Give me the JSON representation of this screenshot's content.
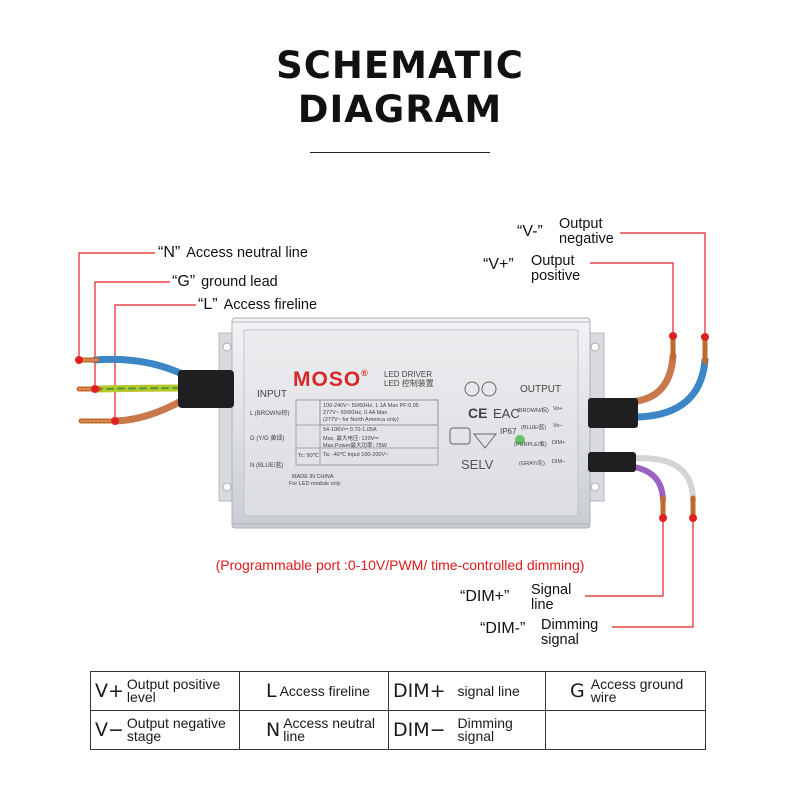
{
  "title": {
    "line1": "SCHEMATIC",
    "line2": "DIAGRAM"
  },
  "callouts": {
    "n": {
      "code": "“N”",
      "text": "Access neutral line"
    },
    "g": {
      "code": "“G”",
      "text": "ground lead"
    },
    "l": {
      "code": "“L”",
      "text": "Access fireline"
    },
    "vminus": {
      "code": "“V-”",
      "text": "Output negative"
    },
    "vplus": {
      "code": "“V+”",
      "text": "Output positive"
    },
    "dimplus": {
      "code": "“DIM+”",
      "text": "Signal line"
    },
    "dimminus": {
      "code": "“DIM-”",
      "text": "Dimming signal"
    }
  },
  "programmable_note": "(Programmable port :0-10V/PWM/ time-controlled dimming)",
  "device": {
    "brand": "MOSO",
    "registered": "®",
    "driver_line1": "LED DRIVER",
    "driver_line2": "LED 控制装置",
    "input_label": "INPUT",
    "output_label": "OUTPUT",
    "in_l": "L (BROWN/棕)",
    "in_g": "G (Y/G 黄绿)",
    "in_n": "N (BLUE/蓝)",
    "out_brown": "(BROWN/棕)",
    "out_vplus": "Vo+",
    "out_blue": "(BLUE/蓝)",
    "out_vminus": "Vo−",
    "out_purple": "(PURPLE/紫)",
    "out_dimplus": "DIM+",
    "out_gray": "(GRAY/灰)",
    "out_dimminus": "DIM−",
    "spec_input": "100-240V~ 50/60Hz, 1.1A Max PF:0.95",
    "spec_input2": "277V~     50/60Hz, 0.4A Max",
    "spec_input3": "(277V~ for North America only)",
    "spec_out1": "54-106V⎓ 0.70-1.05A",
    "spec_out2": "Max. 最大电压: 120V⎓",
    "spec_out3": "Max.Power最大功率: 75W",
    "spec_tc": "Tc: 90℃",
    "spec_ta": "Ta: -40℃ Input 100-200V~",
    "made_in": "MADE IN CHINA",
    "for_led": "For LED module only",
    "cert_ce": "CE",
    "cert_eac": "EAC",
    "cert_ip": "IP67",
    "cert_selv": "SELV"
  },
  "legend": [
    [
      {
        "symbol": "V+",
        "text": "Output positive level"
      },
      {
        "symbol": "L",
        "text": "Access fireline"
      },
      {
        "symbol": "DIM+",
        "text": "signal line"
      },
      {
        "symbol": "G",
        "text": "Access ground wire"
      }
    ],
    [
      {
        "symbol": "V−",
        "text": "Output negative stage"
      },
      {
        "symbol": "N",
        "text": "Access neutral line"
      },
      {
        "symbol": "DIM−",
        "text": "Dimming signal"
      },
      {
        "symbol": "",
        "text": ""
      }
    ]
  ],
  "colors": {
    "callout_line": "#e02020",
    "brown_wire": "#c8784a",
    "blue_wire": "#3d86c6",
    "yellow_green_wire": "#b8c72a",
    "purple_wire": "#9c5fc2",
    "gray_wire": "#d4d4d4",
    "brand": "#d42a2a"
  }
}
